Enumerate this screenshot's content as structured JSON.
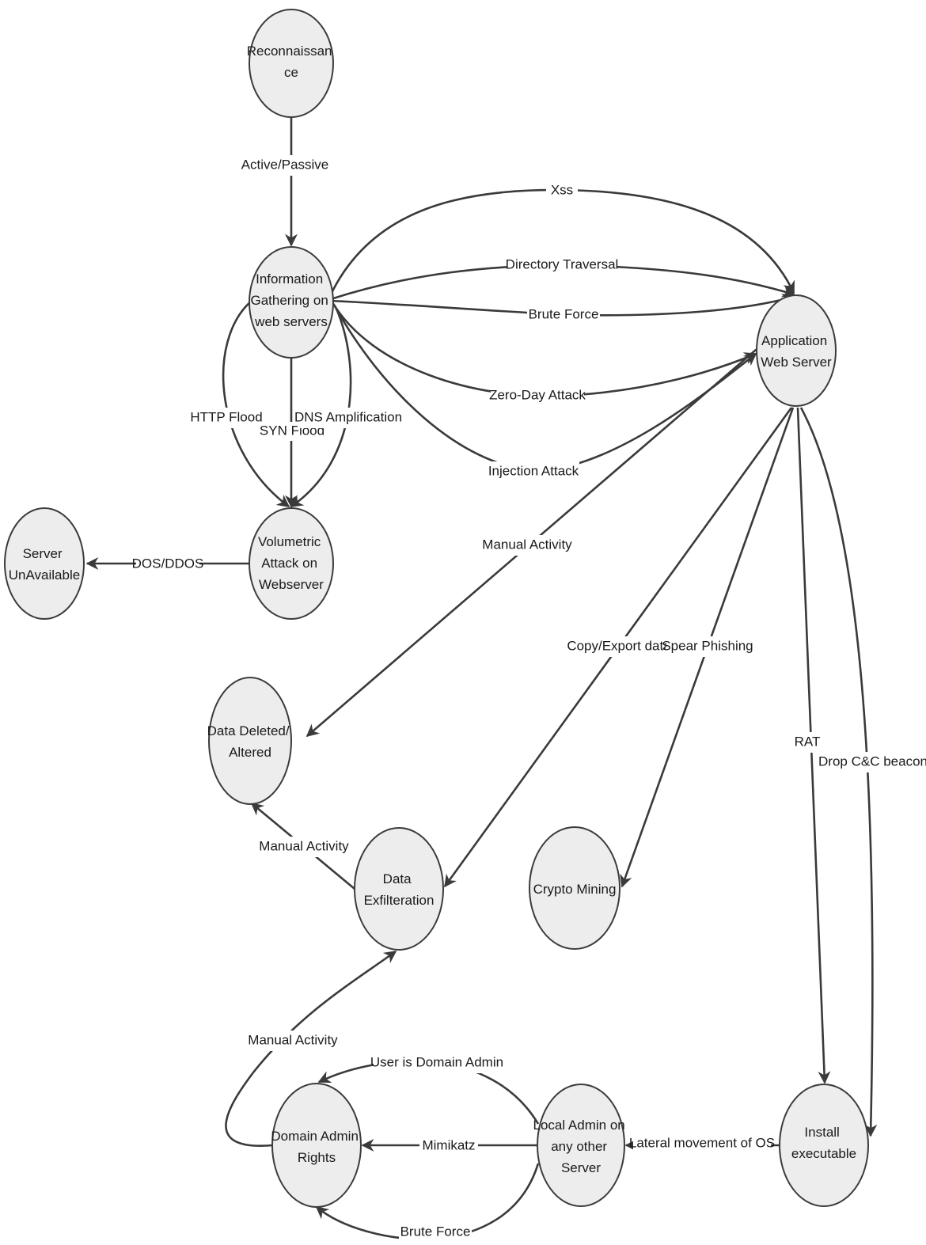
{
  "nodes": {
    "recon": [
      "Reconnaissan",
      "ce"
    ],
    "info": [
      "Information",
      "Gathering on",
      "web servers"
    ],
    "app": [
      "Application",
      "Web Server"
    ],
    "vol": [
      "Volumetric",
      "Attack on",
      "Webserver"
    ],
    "unavail": [
      "Server",
      "UnAvailable"
    ],
    "deleted": [
      "Data Deleted/",
      "Altered"
    ],
    "exfil": [
      "Data",
      "Exfilteration"
    ],
    "crypto": [
      "Crypto Mining"
    ],
    "domain": [
      "Domain Admin",
      "Rights"
    ],
    "local": [
      "Local Admin on",
      "any other",
      "Server"
    ],
    "install": [
      "Install",
      "executable"
    ]
  },
  "edges": {
    "active_passive": "Active/Passive",
    "xss": "Xss",
    "dir_traversal": "Directory Traversal",
    "brute_force_web": "Brute Force",
    "zero_day": "Zero-Day Attack",
    "injection": "Injection Attack",
    "http_flood": "HTTP Flood",
    "syn_flood": "SYN Flood",
    "dns_amp": "DNS Amplification",
    "dos_ddos": "DOS/DDOS",
    "manual_activity_app": "Manual Activity",
    "copy_export": "Copy/Export data",
    "spear_phishing": "Spear Phishing",
    "rat": "RAT",
    "drop_cc": "Drop C&C beacon",
    "manual_activity_exfil": "Manual Activity",
    "manual_activity_domain": "Manual Activity",
    "user_domain_admin": "User is Domain Admin",
    "mimikatz": "Mimikatz",
    "brute_force_local": "Brute Force",
    "lateral_movement": "Lateral movement of OS"
  }
}
